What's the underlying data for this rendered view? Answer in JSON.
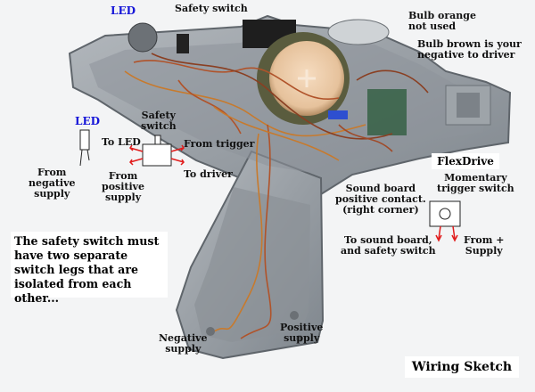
{
  "labels": {
    "led_top": "LED",
    "safety_switch_top": "Safety switch",
    "bulb_orange": "Bulb orange\nnot used",
    "bulb_brown": "Bulb brown is your\nnegative to driver",
    "led_small": "LED",
    "safety_switch_small": "Safety\nswitch",
    "to_led": "To LED",
    "from_trigger": "From trigger",
    "from_negative_supply": "From\nnegative\nsupply",
    "from_positive_supply": "From\npositive\nsupply",
    "to_driver": "To driver",
    "flexdrive": "FlexDrive",
    "momentary_trigger": "Momentary\ntrigger switch",
    "sound_board_contact": "Sound board\npositive contact.\n(right corner)",
    "to_sound_board": "To sound board,\nand safety switch",
    "from_plus_supply": "From +\nSupply",
    "negative_supply": "Negative\nsupply",
    "positive_supply": "Positive\nsupply",
    "note": "The safety switch must have two separate switch legs that are isolated from each other...",
    "wiring_sketch": "Wiring Sketch"
  },
  "colors": {
    "label_text": "#111111",
    "led_label": "#1515d8",
    "background": "#ffffff",
    "housing": "#9aa0a6",
    "arrow_red": "#e11b1b"
  }
}
